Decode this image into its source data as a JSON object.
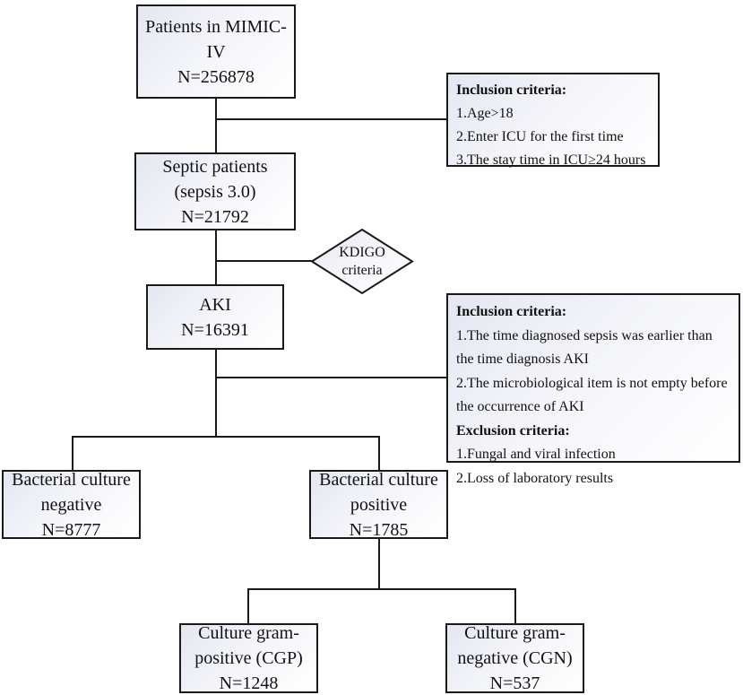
{
  "figure": {
    "type": "flowchart",
    "description": "Patient selection flow diagram from MIMIC-IV database"
  },
  "style": {
    "border_color": "#1a1a1a",
    "fill_top_left": "#e4e7f1",
    "fill_bottom_right": "#ffffff",
    "background": "#ffffff"
  },
  "nodes": {
    "mimic": {
      "lines": [
        "Patients in MIMIC-IV",
        "N=256878"
      ]
    },
    "septic": {
      "lines": [
        "Septic patients",
        "(sepsis 3.0)",
        "N=21792"
      ]
    },
    "aki": {
      "lines": [
        "AKI",
        "N=16391"
      ]
    },
    "kdigo": {
      "lines": [
        "KDIGO",
        "criteria"
      ]
    },
    "bacterial_negative": {
      "lines": [
        "Bacterial culture",
        "negative",
        "N=8777"
      ]
    },
    "bacterial_positive": {
      "lines": [
        "Bacterial culture",
        "positive",
        "N=1785"
      ]
    },
    "cgp": {
      "lines": [
        "Culture gram-",
        "positive (CGP)",
        "N=1248"
      ]
    },
    "cgn": {
      "lines": [
        "Culture gram-",
        "negative (CGN)",
        "N=537"
      ]
    }
  },
  "criteria1": {
    "title": "Inclusion criteria:",
    "items": [
      "1.Age>18",
      "2.Enter ICU for the first time",
      "3.The stay time in ICU≥24 hours"
    ]
  },
  "criteria2": {
    "inclusion_title": "Inclusion criteria:",
    "inclusion_items": [
      "1.The time diagnosed sepsis was earlier than the time diagnosis AKI",
      "2.The microbiological item is not empty before the occurrence of AKI"
    ],
    "exclusion_title": "Exclusion criteria:",
    "exclusion_items": [
      "1.Fungal and viral infection",
      "2.Loss of laboratory results"
    ]
  }
}
